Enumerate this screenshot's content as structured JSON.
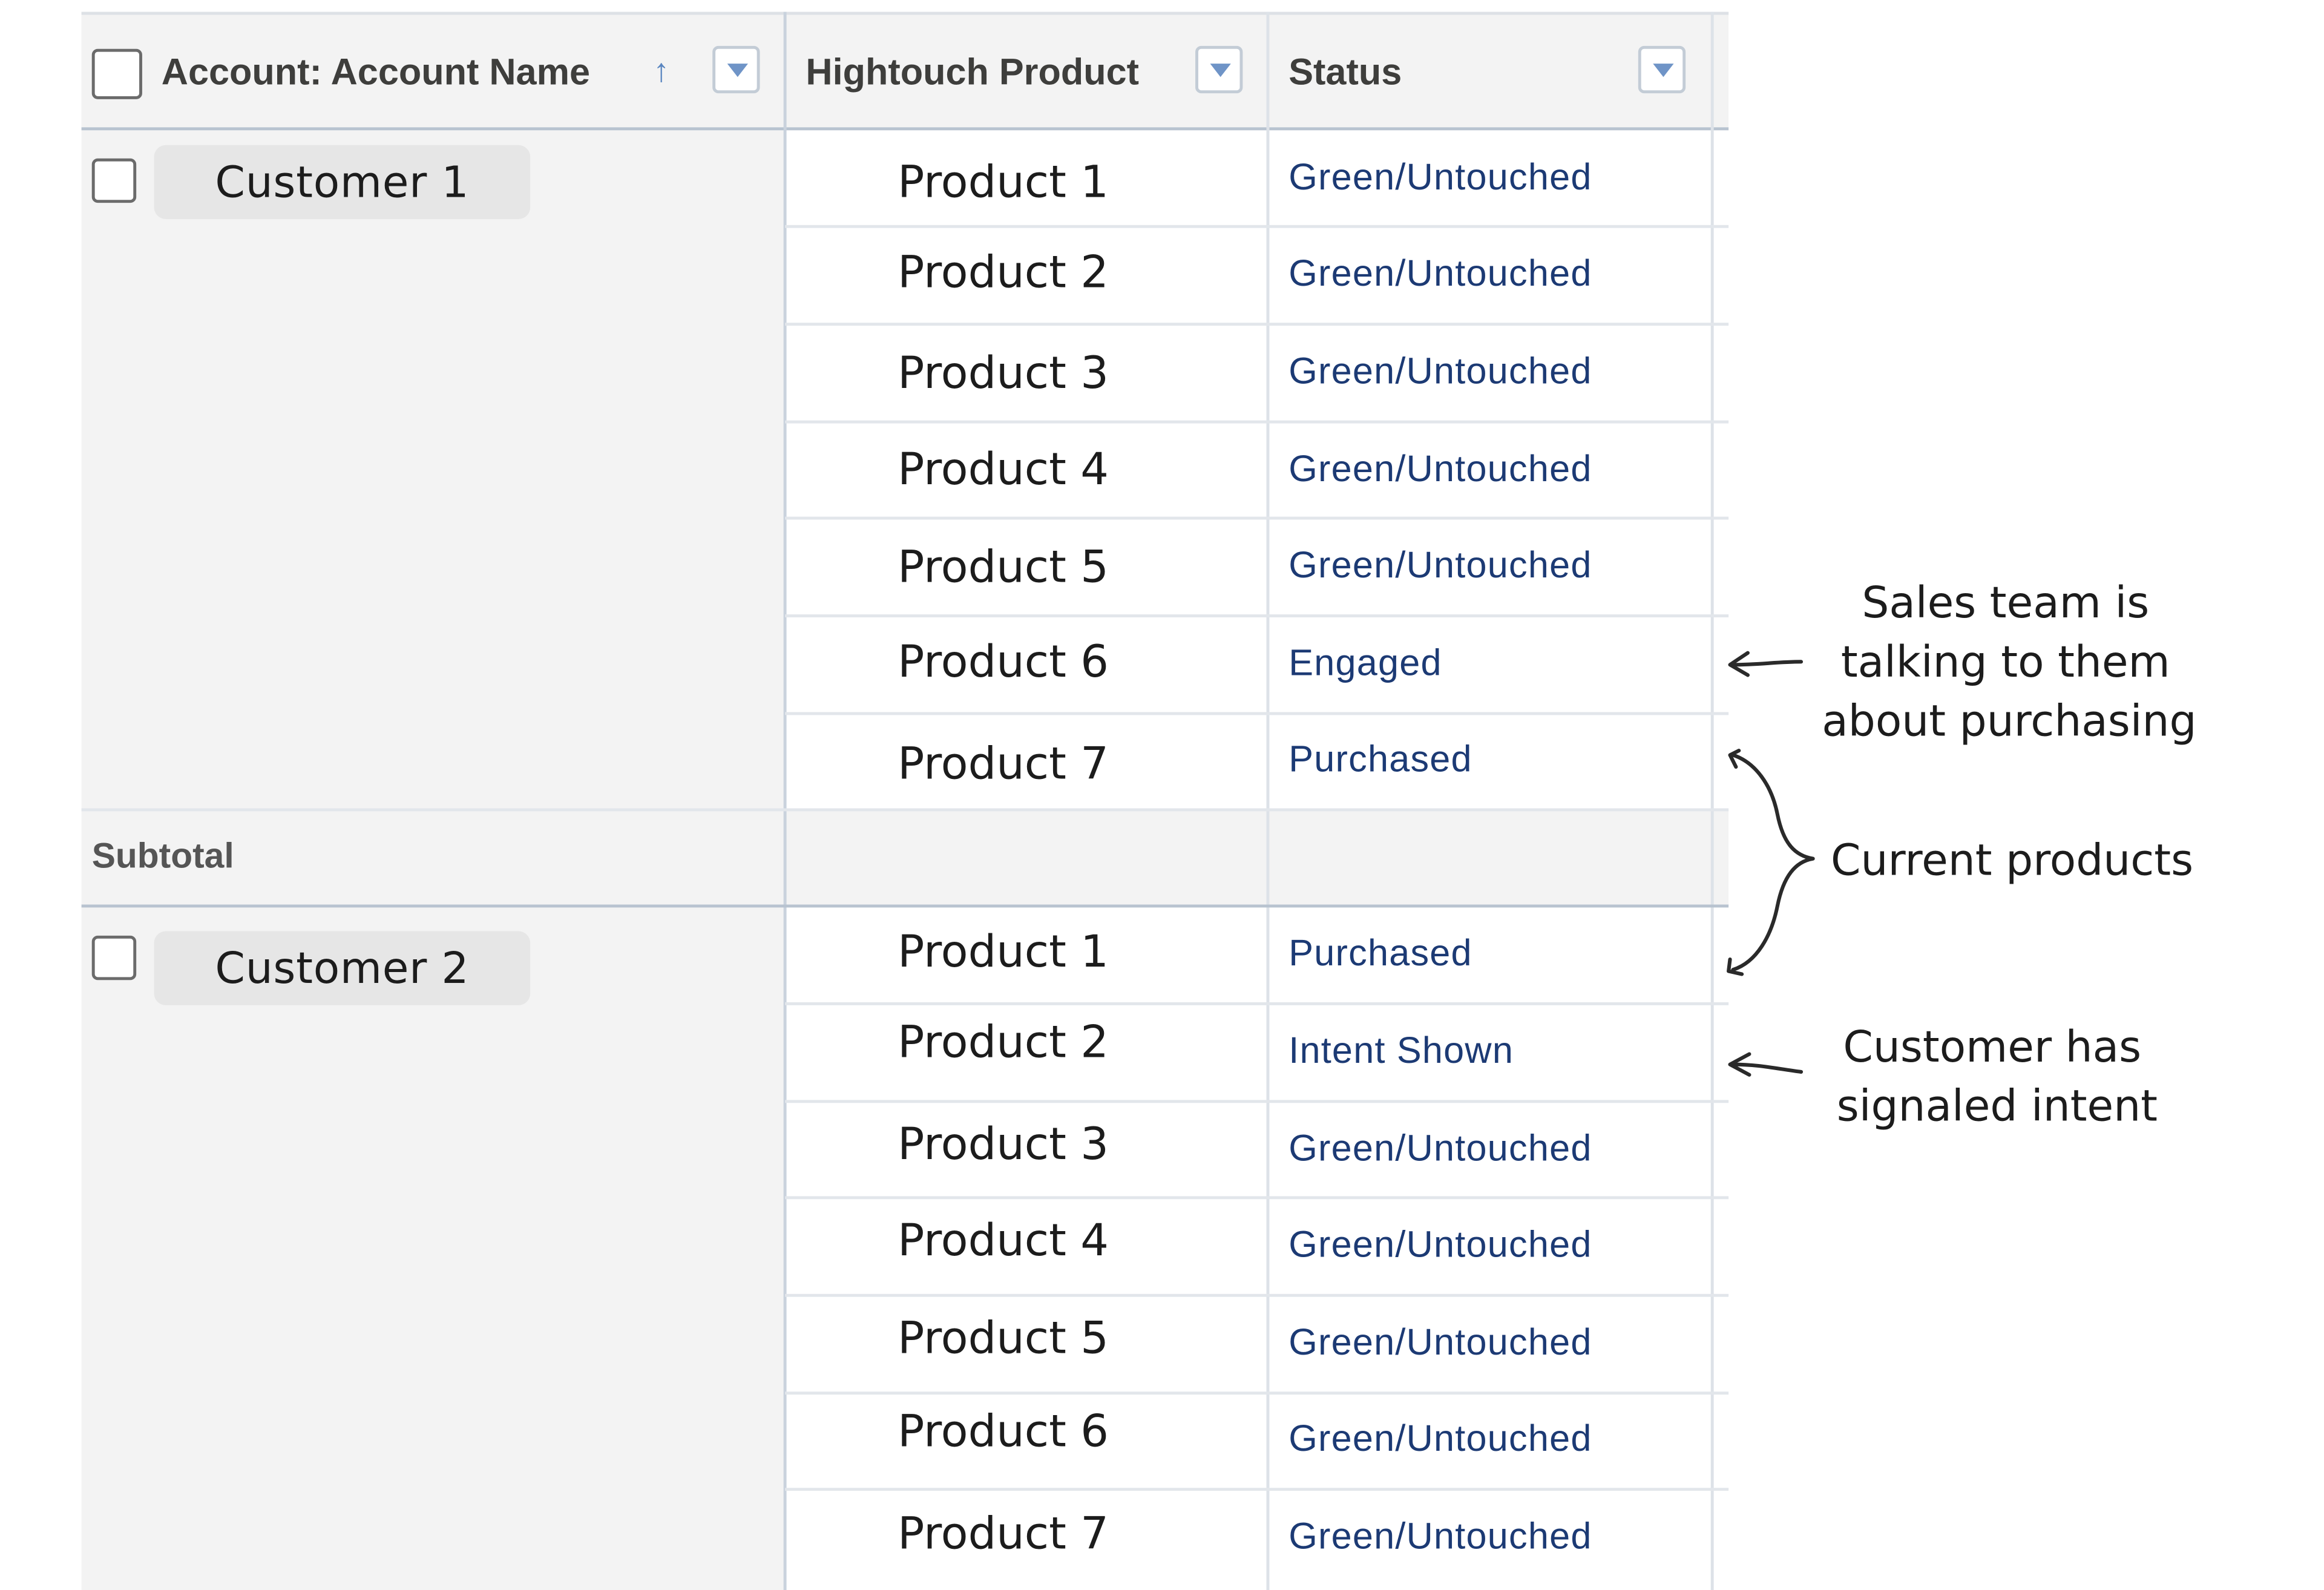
{
  "table": {
    "columns": [
      {
        "label": "Account: Account Name",
        "sorted": "ascending"
      },
      {
        "label": "Hightouch Product"
      },
      {
        "label": "Status"
      }
    ],
    "groups": [
      {
        "account": "Customer 1",
        "rows": [
          {
            "product": "Product 1",
            "status": "Green/Untouched"
          },
          {
            "product": "Product 2",
            "status": "Green/Untouched"
          },
          {
            "product": "Product 3",
            "status": "Green/Untouched"
          },
          {
            "product": "Product 4",
            "status": "Green/Untouched"
          },
          {
            "product": "Product 5",
            "status": "Green/Untouched"
          },
          {
            "product": "Product 6",
            "status": "Engaged"
          },
          {
            "product": "Product 7",
            "status": "Purchased"
          }
        ]
      },
      {
        "account": "Customer 2",
        "rows": [
          {
            "product": "Product 1",
            "status": "Purchased"
          },
          {
            "product": "Product 2",
            "status": "Intent Shown"
          },
          {
            "product": "Product 3",
            "status": "Green/Untouched"
          },
          {
            "product": "Product 4",
            "status": "Green/Untouched"
          },
          {
            "product": "Product 5",
            "status": "Green/Untouched"
          },
          {
            "product": "Product 6",
            "status": "Green/Untouched"
          },
          {
            "product": "Product 7",
            "status": "Green/Untouched"
          }
        ]
      }
    ],
    "subtotal_label": "Subtotal"
  },
  "annotations": {
    "sales_team": [
      "Sales team is",
      "talking to them",
      "about purchasing"
    ],
    "current_products": "Current products",
    "intent": [
      "Customer has",
      "signaled intent"
    ]
  },
  "icons": {
    "sort": "arrow-up-icon",
    "dropdown": "chevron-down-icon",
    "checkbox": "checkbox-icon"
  },
  "colors": {
    "status_text": "#1c3a74",
    "sort_arrow": "#5a86c0",
    "dropdown_caret": "#6f94c7",
    "header_bg": "#f3f3f3"
  }
}
